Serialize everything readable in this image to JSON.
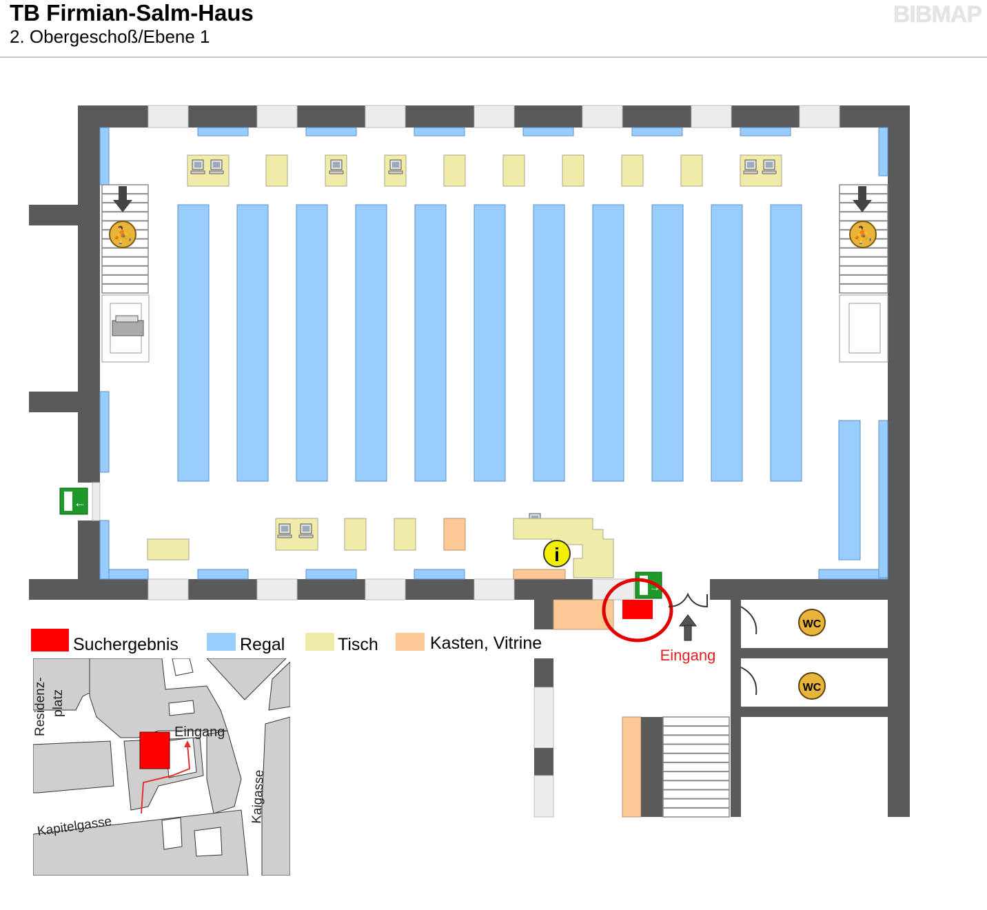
{
  "header": {
    "title": "TB Firmian-Salm-Haus",
    "subtitle": "2. Obergeschoß/Ebene 1",
    "logo": "BIBMAP"
  },
  "legend": [
    {
      "label": "Suchergebnis",
      "color": "#ff0000"
    },
    {
      "label": "Regal",
      "color": "#99ccff"
    },
    {
      "label": "Tisch",
      "color": "#f0eba8"
    },
    {
      "label": "Kasten, Vitrine",
      "color": "#fcc996"
    }
  ],
  "floorplan": {
    "entrance_label": "Eingang",
    "wc_label": "WC",
    "info_label": "i",
    "search_result_color": "#ff0000"
  },
  "minimap": {
    "labels": {
      "residenzplatz": "Residenz-",
      "residenzplatz2": "platz",
      "eingang": "Eingang",
      "kapitelgasse": "Kapitelgasse",
      "kaigasse": "Kaigasse"
    }
  }
}
